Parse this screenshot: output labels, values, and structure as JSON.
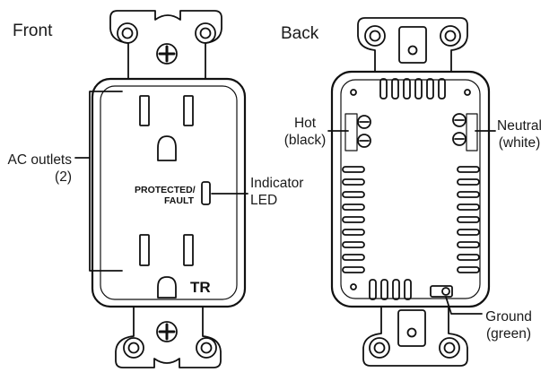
{
  "views": {
    "front": "Front",
    "back": "Back"
  },
  "front_face": {
    "indicator_text_line1": "PROTECTED/",
    "indicator_text_line2": "FAULT",
    "tamper_mark": "TR"
  },
  "callouts": {
    "ac_outlets_line1": "AC outlets",
    "ac_outlets_line2": "(2)",
    "indicator_line1": "Indicator",
    "indicator_line2": "LED",
    "hot_line1": "Hot",
    "hot_line2": "(black)",
    "neutral_line1": "Neutral",
    "neutral_line2": "(white)",
    "ground_line1": "Ground",
    "ground_line2": "(green)"
  }
}
